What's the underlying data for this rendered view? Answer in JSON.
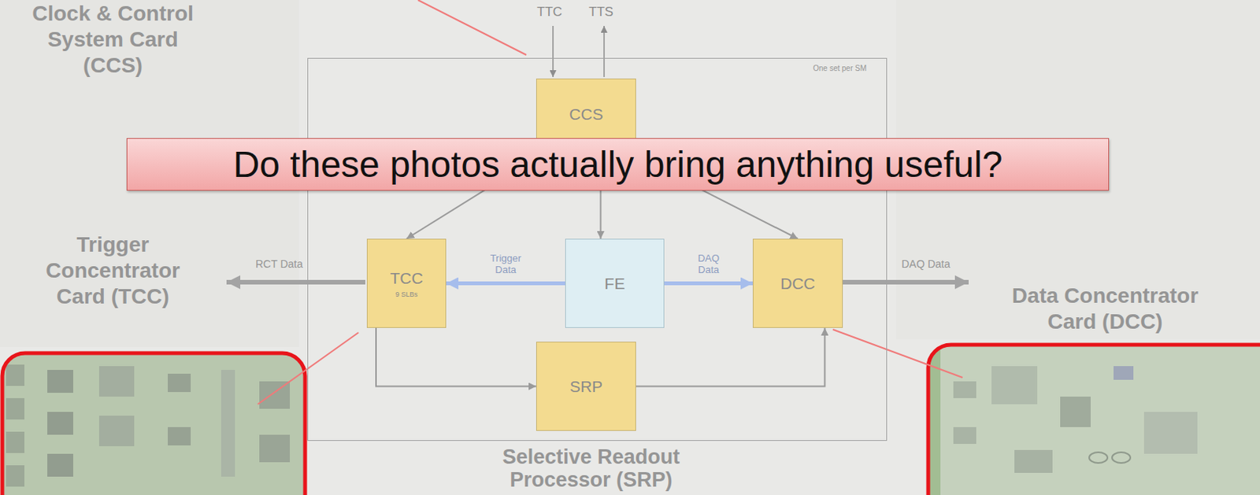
{
  "diagram": {
    "nodes": [
      {
        "text": [
          "One set per SM"
        ]
      },
      {
        "text": [
          "CCS"
        ],
        "in": 0
      },
      {
        "text": [
          "Do these photos actually bring anything useful?"
        ]
      },
      {
        "text": [
          "TCC",
          "9 SLBs"
        ],
        "in": 0
      },
      {
        "text": [
          "FE"
        ],
        "in": 0
      },
      {
        "text": [
          "DCC"
        ],
        "in": 0
      },
      {
        "text": [
          "SRP"
        ],
        "in": 0
      }
    ],
    "edges": [
      {
        "from": 1,
        "to": 3,
        "arrow": "to"
      },
      {
        "from": 1,
        "to": 4,
        "arrow": "to"
      },
      {
        "from": 1,
        "to": 5,
        "arrow": "to"
      },
      {
        "from": 4,
        "to": 3,
        "label": "Trigger Data",
        "arrow": "to"
      },
      {
        "from": 4,
        "to": 5,
        "label": "DAQ Data",
        "arrow": "to"
      },
      {
        "from": 3,
        "to": 6,
        "arrow": "to"
      },
      {
        "from": 6,
        "to": 5,
        "arrow": "to"
      }
    ],
    "labels": [
      "Clock & Control System Card (CCS)",
      "TTC",
      "TTS",
      "RCT Data",
      "Trigger Concentrator Card (TCC)",
      "DAQ Data",
      "Data Concentrator Card (DCC)",
      "Selective Readout Processor (SRP)"
    ]
  }
}
